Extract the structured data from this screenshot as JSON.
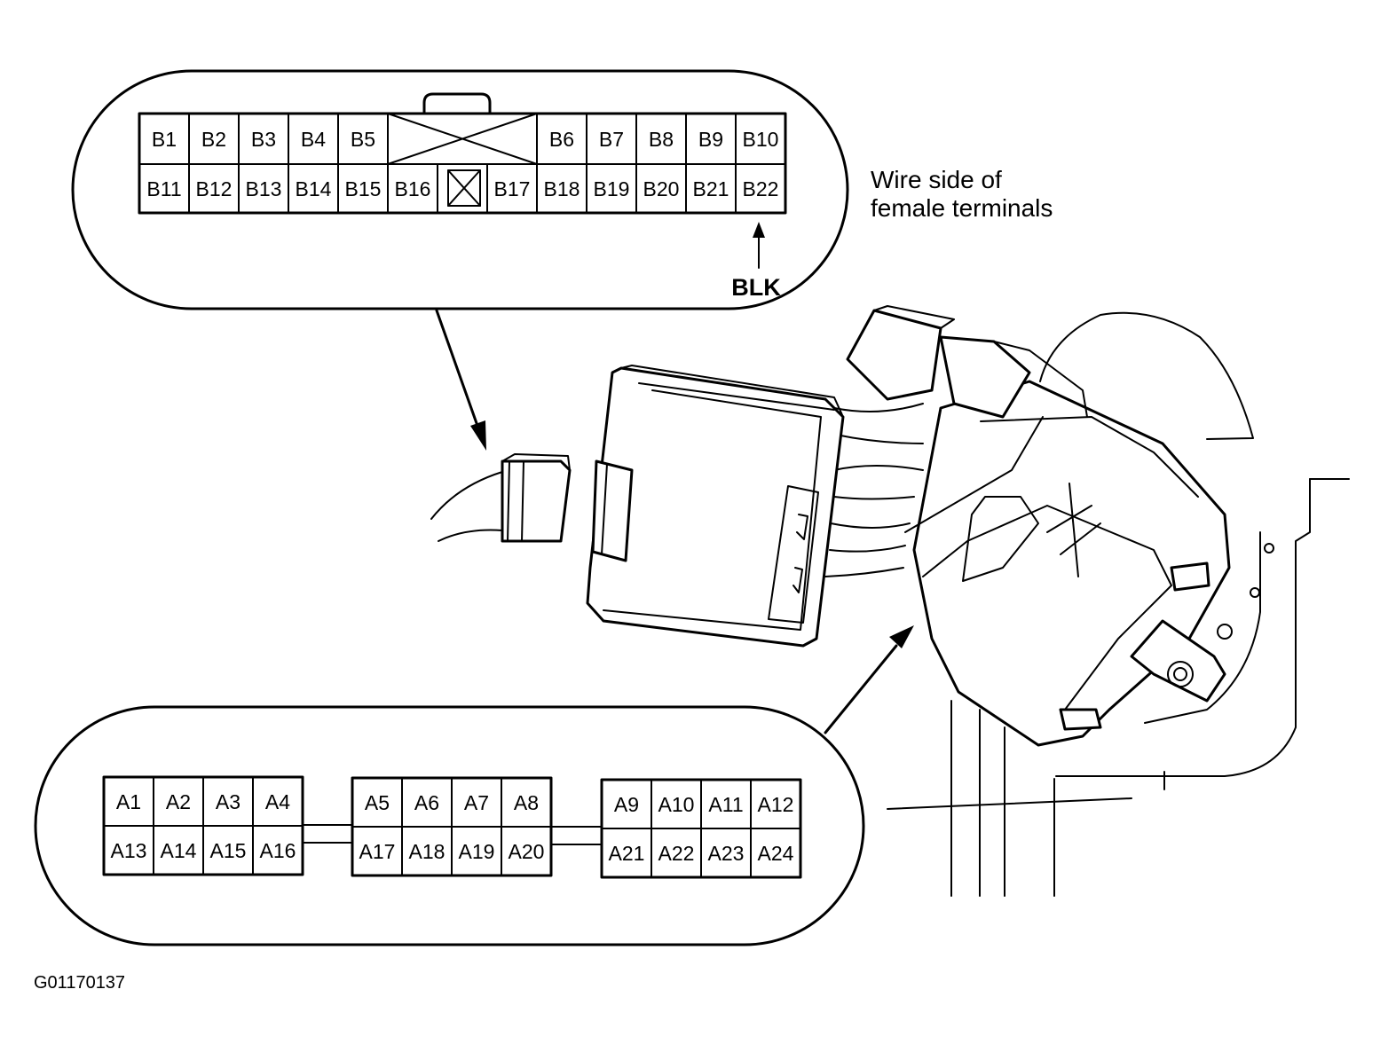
{
  "connector_b": {
    "row1": [
      "B1",
      "B2",
      "B3",
      "B4",
      "B5",
      "",
      "B6",
      "B7",
      "B8",
      "B9",
      "B10"
    ],
    "row2": [
      "B11",
      "B12",
      "B13",
      "B14",
      "B15",
      "B16",
      "",
      "B17",
      "B18",
      "B19",
      "B20",
      "B21",
      "B22"
    ]
  },
  "connector_a": {
    "blocks": [
      {
        "row1": [
          "A1",
          "A2",
          "A3",
          "A4"
        ],
        "row2": [
          "A13",
          "A14",
          "A15",
          "A16"
        ]
      },
      {
        "row1": [
          "A5",
          "A6",
          "A7",
          "A8"
        ],
        "row2": [
          "A17",
          "A18",
          "A19",
          "A20"
        ]
      },
      {
        "row1": [
          "A9",
          "A10",
          "A11",
          "A12"
        ],
        "row2": [
          "A21",
          "A22",
          "A23",
          "A24"
        ]
      }
    ]
  },
  "caption": {
    "line1": "Wire side of",
    "line2": "female terminals"
  },
  "wire_label": "BLK",
  "figure_id": "G01170137"
}
